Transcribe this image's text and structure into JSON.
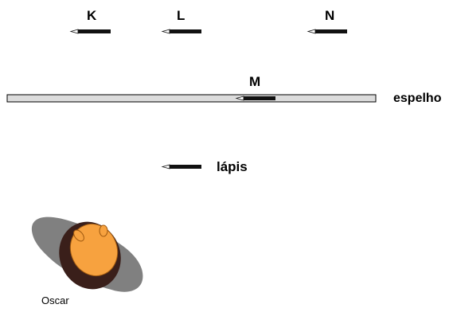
{
  "labels": {
    "k": "K",
    "l": "L",
    "n": "N",
    "m": "M",
    "mirror": "espelho",
    "pencil": "lápis",
    "person": "Oscar"
  },
  "colors": {
    "mirror_fill": "#dcdcdc",
    "pencil": "#111111",
    "shadow": "#808080",
    "face": "#f7a23f",
    "hair": "#3a1f1a"
  }
}
